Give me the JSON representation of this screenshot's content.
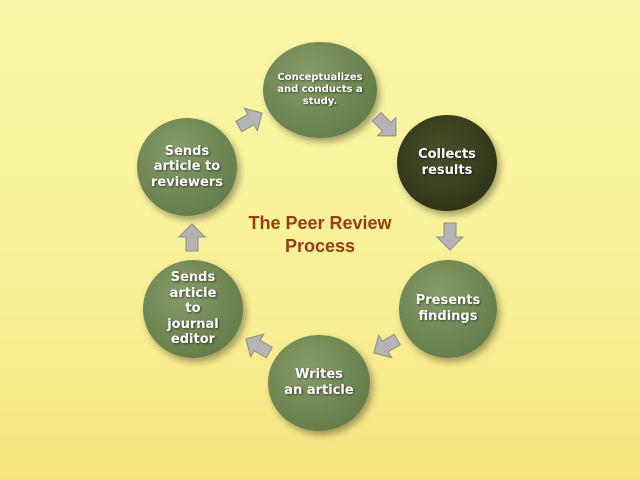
{
  "title": "The Peer Review Process",
  "colors": {
    "node_fill": "#6d8552",
    "highlight_node_fill": "#343b1c",
    "title_color": "#9b3a16",
    "arrow_fill": "#b5b5b5"
  },
  "steps": [
    {
      "label": "Conceptualizes and conducts a study."
    },
    {
      "label": "Collects results"
    },
    {
      "label": "Presents findings"
    },
    {
      "label": "Writes an article"
    },
    {
      "label": "Sends article to journal editor"
    },
    {
      "label": "Sends article to reviewers"
    }
  ]
}
